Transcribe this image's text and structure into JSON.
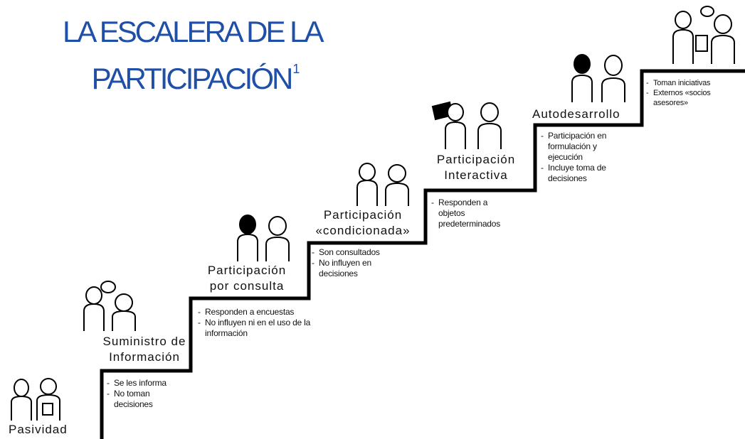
{
  "title": {
    "line1": "LA ESCALERA DE LA",
    "line2": "PARTICIPACIÓN",
    "footnote": "1"
  },
  "steps": [
    {
      "label": "Pasividad",
      "bullets": []
    },
    {
      "label": "Suministro de Información",
      "bullets": [
        "Se les informa",
        "No toman decisiones"
      ]
    },
    {
      "label": "Participación por consulta",
      "bullets": [
        "Responden a encuestas",
        "No influyen ni en el uso de la información"
      ]
    },
    {
      "label": "Participación «condicionada»",
      "bullets": [
        "Son consultados",
        "No influyen en decisiones"
      ]
    },
    {
      "label": "Participación Interactiva",
      "bullets": [
        "Responden a objetos predeterminados"
      ]
    },
    {
      "label": "Autodesarrollo",
      "bullets": [
        "Participación en formulación y ejecución",
        "Incluye toma de decisiones"
      ]
    },
    {
      "label": "",
      "bullets": [
        "Toman iniciativas",
        "Externos «socios asesores»"
      ]
    }
  ],
  "colors": {
    "title": "#1f4fa6",
    "stairs": "#000000"
  }
}
